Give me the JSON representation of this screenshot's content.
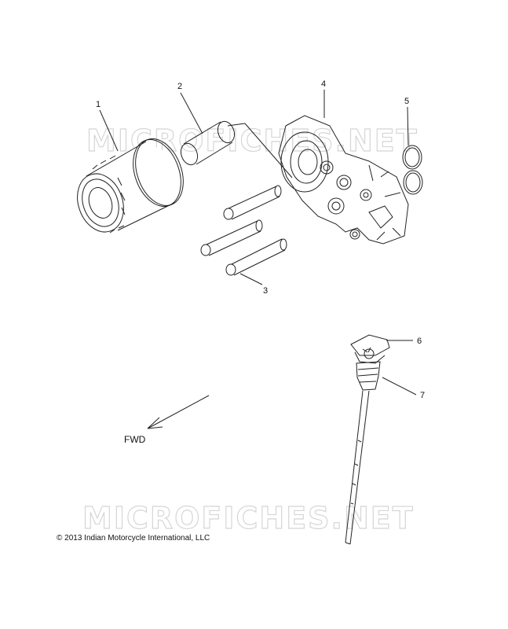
{
  "watermark": {
    "text": "MICROFICHES.NET"
  },
  "callouts": {
    "c1": "1",
    "c2": "2",
    "c3": "3",
    "c4": "4",
    "c5": "5",
    "c6": "6",
    "c7": "7"
  },
  "direction_label": "FWD",
  "copyright": "© 2013 Indian Motorcycle International, LLC"
}
